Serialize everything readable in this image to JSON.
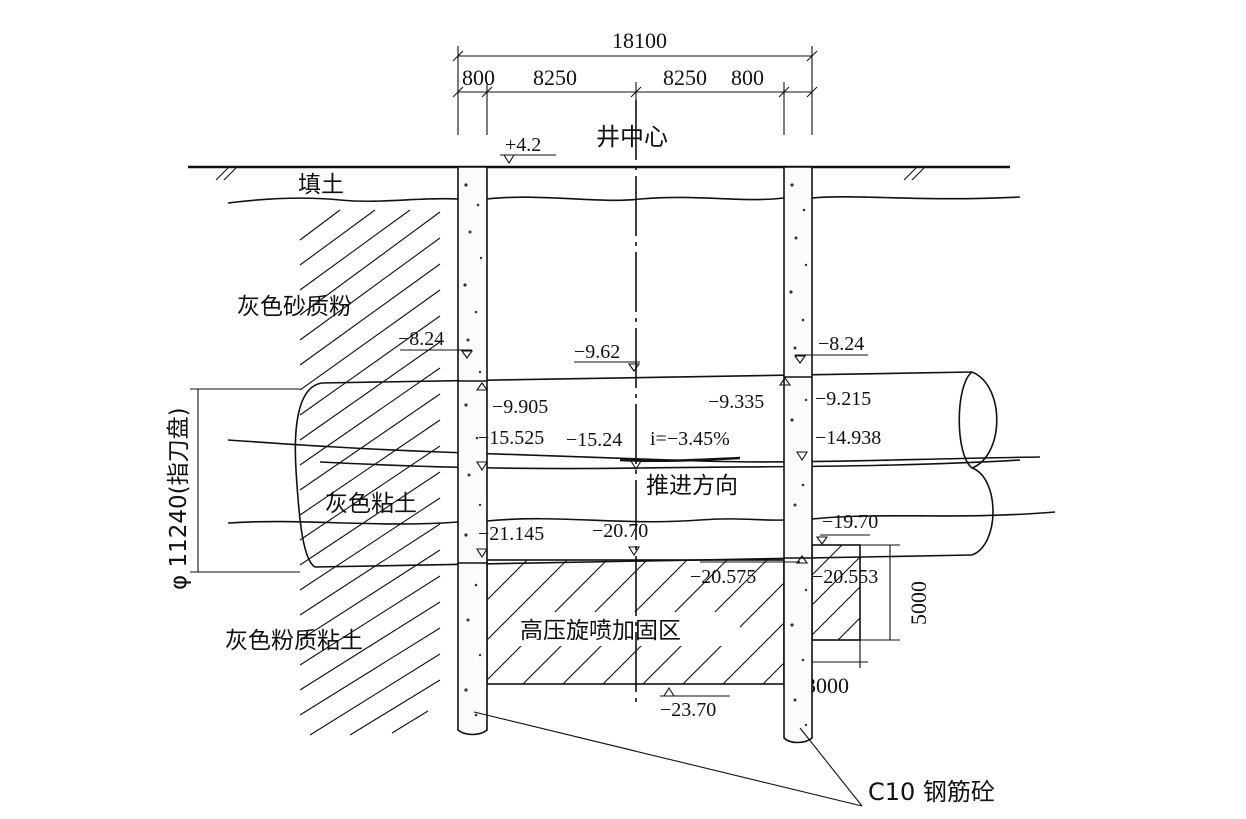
{
  "dimensions": {
    "total_width": "18100",
    "wall_left": "800",
    "half_left": "8250",
    "half_right": "8250",
    "wall_right": "800",
    "reinforcement_height": "5000",
    "reinforcement_width": "3000"
  },
  "labels": {
    "well_center": "井中心",
    "fill_soil": "填土",
    "grey_sandy_silt": "灰色砂质粉",
    "grey_clay": "灰色粘土",
    "grey_silty_clay": "灰色粉质粘土",
    "jet_grouting_zone": "高压旋喷加固区",
    "advance_direction": "推进方向",
    "cutter_diameter": "φ 11240(指刀盘)",
    "concrete_label": "C10 钢筋砼",
    "slope": "i=−3.45%"
  },
  "elevations": {
    "ground": "+4.2",
    "left_top": "−8.24",
    "right_top": "−8.24",
    "center_top": "−9.62",
    "left_tunnel_top": "−9.905",
    "right_tunnel_top_inner": "−9.335",
    "right_tunnel_top": "−9.215",
    "left_axis": "−15.525",
    "center_axis": "−15.24",
    "right_axis": "−14.938",
    "left_tunnel_bottom": "−21.145",
    "center_bottom": "−20.70",
    "right_bottom_upper": "−19.70",
    "right_inner_bottom": "−20.575",
    "right_outer_bottom": "−20.553",
    "grout_bottom": "−23.70"
  }
}
